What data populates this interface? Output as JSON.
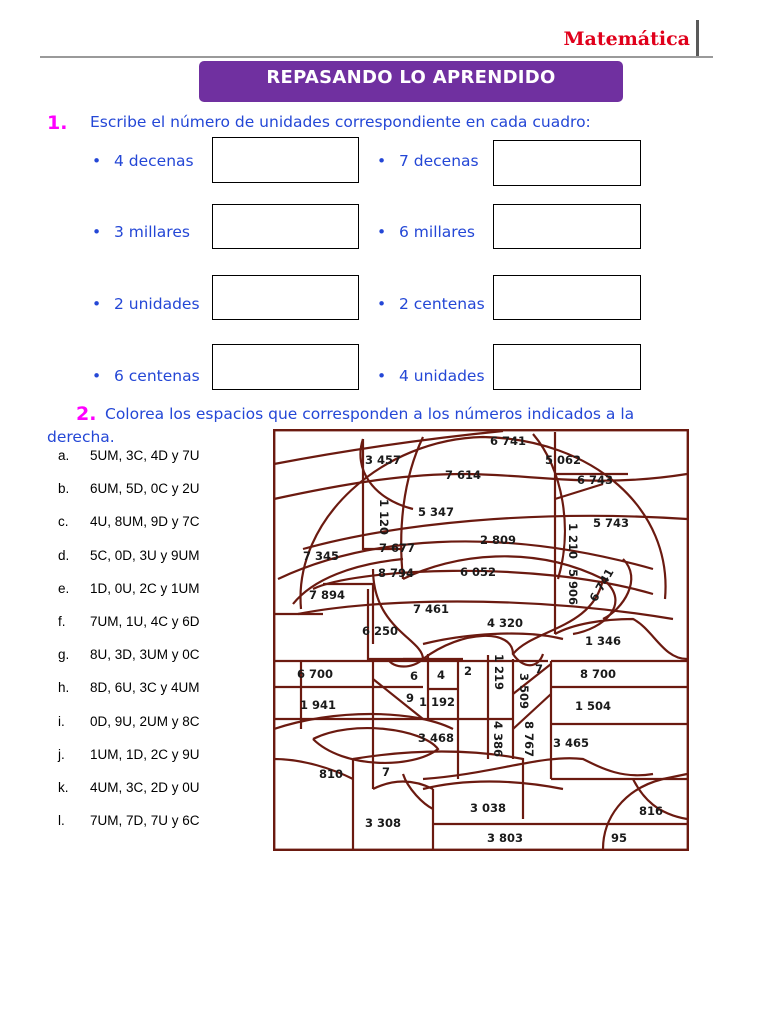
{
  "header": {
    "subject": "Matemática",
    "banner": "REPASANDO LO APRENDIDO"
  },
  "exercise1": {
    "number": "1.",
    "instruction": "Escribe el número de unidades correspondiente en cada cuadro:",
    "items": [
      "4 decenas",
      "7 decenas",
      "3 millares",
      "6 millares",
      "2 unidades",
      "2 centenas",
      "6 centenas",
      "4 unidades"
    ]
  },
  "exercise2": {
    "number": "2.",
    "instruction_line1": "Colorea los espacios que corresponden a los números indicados a la",
    "instruction_line2": "derecha.",
    "list": [
      {
        "letter": "a.",
        "text": "5UM, 3C, 4D y 7U"
      },
      {
        "letter": "b.",
        "text": "6UM, 5D, 0C y 2U"
      },
      {
        "letter": "c.",
        "text": "4U, 8UM, 9D y 7C"
      },
      {
        "letter": "d.",
        "text": "5C, 0D, 3U y 9UM"
      },
      {
        "letter": "e.",
        "text": "1D, 0U, 2C y 1UM"
      },
      {
        "letter": "f.",
        "text": "7UM, 1U, 4C y 6D"
      },
      {
        "letter": "g.",
        "text": "8U, 3D, 3UM y 0C"
      },
      {
        "letter": "h.",
        "text": "8D, 6U, 3C y 4UM"
      },
      {
        "letter": "i.",
        "text": "0D, 9U, 2UM y 8C"
      },
      {
        "letter": "j.",
        "text": "1UM, 1D, 2C y 9U"
      },
      {
        "letter": "k.",
        "text": "4UM, 3C, 2D y 0U"
      },
      {
        "letter": "l.",
        "text": "7UM, 7D, 7U y 6C"
      }
    ],
    "picture_numbers": [
      "6 741",
      "3 457",
      "5 062",
      "7 614",
      "6 743",
      "1 120",
      "5 347",
      "2 809",
      "1 210",
      "5 743",
      "7 345",
      "7 677",
      "8 794",
      "6 052",
      "5 906",
      "6 741",
      "7 894",
      "7 461",
      "4 320",
      "6 250",
      "1 346",
      "6 700",
      "6",
      "4",
      "2",
      "1 219",
      "3 509",
      "7",
      "8 700",
      "1 941",
      "9",
      "1 192",
      "1 504",
      "3 468",
      "4 386",
      "8 767",
      "3 465",
      "810",
      "7",
      "3 038",
      "816",
      "3 308",
      "3 803",
      "95"
    ]
  },
  "colors": {
    "accent": "#7030a0",
    "subject": "#e0001b",
    "text_blue": "#2447d6",
    "number_magenta": "#ff00ff",
    "drawing": "#6b1a10"
  }
}
